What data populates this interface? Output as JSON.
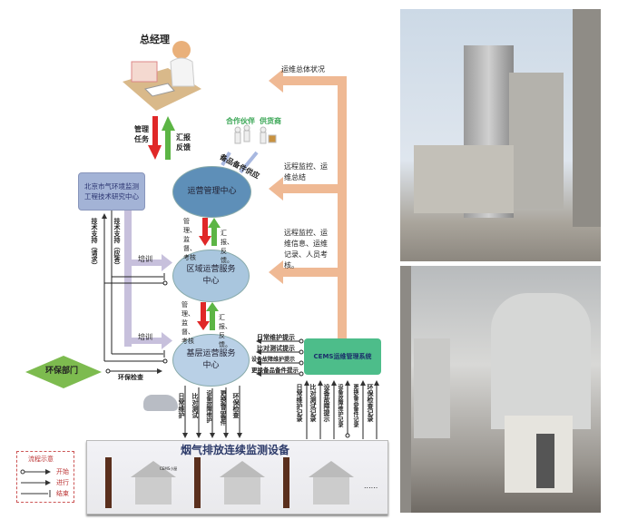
{
  "manager": {
    "title": "总经理",
    "down": "管理任务",
    "up": "汇报反馈"
  },
  "partners": {
    "label1": "合作伙伴",
    "label2": "供货商",
    "supply": "备品备件供应"
  },
  "centers": {
    "ops": "运营管理中心",
    "regional": "区域运营服务中心",
    "base": "基层运营服务中心"
  },
  "between1": {
    "down": "管理、监督、考核",
    "up": "汇报、反馈。"
  },
  "between2": {
    "down": "管理、监督、考核",
    "up": "汇报、反馈。"
  },
  "research": {
    "name": "北京市气环境监测工程技术研究中心",
    "support_request": "技术支持（请求）",
    "support_answer": "技术支持（应答）",
    "training1": "培训",
    "training2": "培训"
  },
  "right_flow": {
    "overall": "运维总体状况",
    "to_ops": "远程监控、运维总结",
    "to_regional": "远程监控、运维信息、运维记录、人员考核。"
  },
  "cems": {
    "name": "CEMS运维管理系统",
    "prompts": [
      "日常维护提示",
      "比对测试提示",
      "设备故障维护提示",
      "更换备品备件提示"
    ],
    "records": [
      "日常维护记录",
      "比对测试记录",
      "设备故障提示",
      "设备故障维护记录",
      "更换备品备件记录",
      "环保检查记录"
    ]
  },
  "env": {
    "name": "环保部门",
    "check": "环保检查"
  },
  "base_tasks": [
    "日常维护",
    "比对测试",
    "设备故障维护",
    "更换备品备件",
    "环保检查"
  ],
  "equipment": {
    "title": "烟气排放连续监测设备",
    "house_label": "CEMS小屋",
    "more": "......"
  },
  "legend": {
    "title": "流程示意",
    "start": "开始",
    "progress": "进行",
    "end": "结束"
  },
  "colors": {
    "ops": "#5e8fb8",
    "ellipse": "#a9c6de",
    "cems": "#4dbd8a",
    "orange": "#efb994",
    "lavender": "#c7c0dc",
    "red": "#e02828",
    "green": "#5cb545",
    "env": "#7dbb4f"
  }
}
